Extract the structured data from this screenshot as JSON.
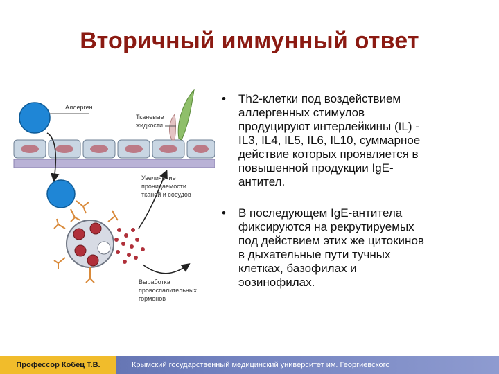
{
  "slide": {
    "title": "Вторичный иммунный ответ"
  },
  "diagram": {
    "labels": {
      "allergen": "Аллерген",
      "tissue_fluid_1": "Тканевые",
      "tissue_fluid_2": "жидкости",
      "permeability_1": "Увеличение",
      "permeability_2": "проницаемости",
      "permeability_3": "тканей и сосудов",
      "hormones_1": "Выработка",
      "hormones_2": "провоспалительных",
      "hormones_3": "гормонов"
    },
    "colors": {
      "cell_blue": "#1f86d6",
      "granule_red": "#b0303a",
      "membrane_purple": "#b9b2d6",
      "epithelial_cell": "#9fb3c8",
      "antibody_orange": "#d98a3a",
      "plant_green": "#8fbf6a"
    }
  },
  "bullets": [
    {
      "marker": "•",
      "lines": [
        "Th2-клетки под воздействием",
        "аллергенных стимулов",
        "продуцируют интерлейкины (IL) -",
        "IL3, IL4, IL5, IL6, IL10, суммарное",
        "действие которых проявляется в",
        "повышенной продукции IgE-",
        "антител."
      ]
    },
    {
      "marker": "•",
      "lines": [
        "В последующем IgE-антитела",
        "фиксируются на рекрутируемых",
        "под действием этих же цитокинов",
        "в дыхательные пути тучных",
        "клетках, базофилах и",
        "эозинофилах."
      ]
    }
  ],
  "footer": {
    "author": "Профессор Кобец Т.В.",
    "university": "Крымский государственный медицинский университет им. Георгиевского"
  }
}
